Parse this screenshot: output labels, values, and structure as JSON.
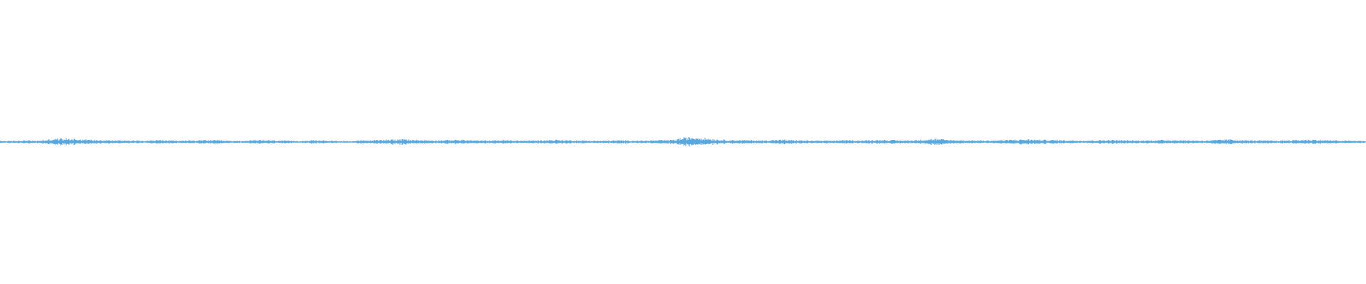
{
  "waveform": {
    "color": "#5aa7dd",
    "background": "#ffffff",
    "amplitude_envelope": [
      0.22,
      0.18,
      0.25,
      0.3,
      0.2,
      0.35,
      0.55,
      0.62,
      0.58,
      0.5,
      0.4,
      0.38,
      0.32,
      0.28,
      0.3,
      0.26,
      0.24,
      0.3,
      0.34,
      0.28,
      0.22,
      0.3,
      0.26,
      0.36,
      0.32,
      0.24,
      0.2,
      0.22,
      0.28,
      0.34,
      0.3,
      0.26,
      0.22,
      0.2,
      0.24,
      0.3,
      0.28,
      0.22,
      0.2,
      0.18,
      0.26,
      0.3,
      0.34,
      0.44,
      0.5,
      0.46,
      0.38,
      0.34,
      0.32,
      0.3,
      0.36,
      0.4,
      0.34,
      0.28,
      0.26,
      0.3,
      0.32,
      0.28,
      0.24,
      0.26,
      0.3,
      0.34,
      0.38,
      0.32,
      0.28,
      0.26,
      0.24,
      0.22,
      0.26,
      0.3,
      0.28,
      0.26,
      0.24,
      0.3,
      0.34,
      0.38,
      0.7,
      0.85,
      0.78,
      0.6,
      0.42,
      0.36,
      0.34,
      0.32,
      0.3,
      0.28,
      0.36,
      0.4,
      0.34,
      0.3,
      0.26,
      0.24,
      0.22,
      0.28,
      0.32,
      0.3,
      0.28,
      0.34,
      0.38,
      0.36,
      0.3,
      0.28,
      0.34,
      0.48,
      0.56,
      0.44,
      0.36,
      0.32,
      0.3,
      0.28,
      0.26,
      0.3,
      0.34,
      0.4,
      0.46,
      0.44,
      0.38,
      0.36,
      0.34,
      0.3,
      0.28,
      0.26,
      0.3,
      0.34,
      0.36,
      0.3,
      0.28,
      0.26,
      0.3,
      0.34,
      0.38,
      0.34,
      0.3,
      0.28,
      0.26,
      0.32,
      0.4,
      0.44,
      0.36,
      0.3,
      0.28,
      0.26,
      0.24,
      0.28,
      0.34,
      0.38,
      0.42,
      0.36,
      0.3,
      0.26,
      0.24,
      0.22,
      0.2
    ]
  }
}
